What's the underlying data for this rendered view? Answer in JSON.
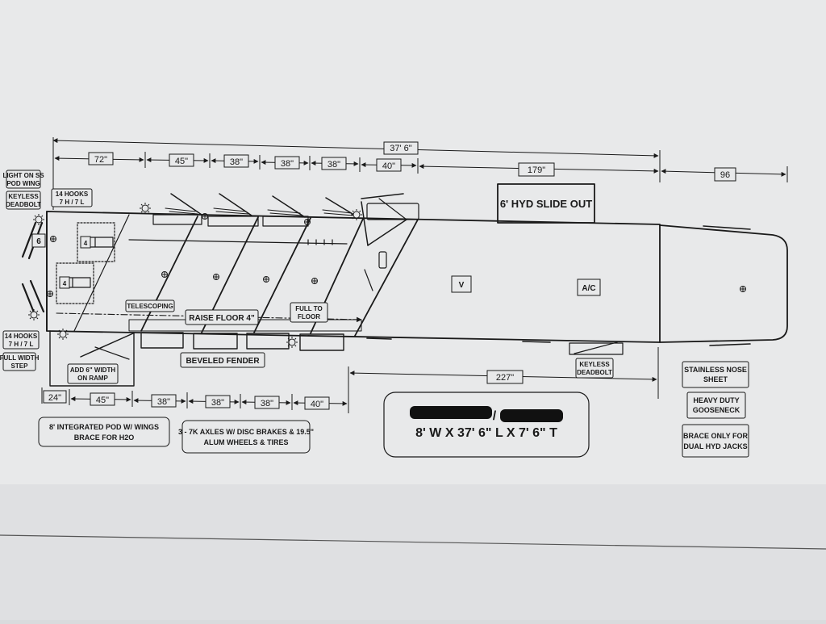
{
  "colors": {
    "paper": "#e8e9ea",
    "paper_lower": "#dfe0e2",
    "ink": "#1a1a1a",
    "redaction": "#111111"
  },
  "dimensions": {
    "overall": "37' 6\"",
    "top": [
      "72\"",
      "45\"",
      "38\"",
      "38\"",
      "38\"",
      "40\""
    ],
    "slide_span": "179\"",
    "nose": "96",
    "bottom": [
      "24\"",
      "45\"",
      "38\"",
      "38\"",
      "38\"",
      "40\""
    ],
    "bottom_right": "227\""
  },
  "labels": {
    "light_on_pod": [
      "LIGHT ON SS",
      "POD WING"
    ],
    "keyless_left": [
      "KEYLESS",
      "DEADBOLT"
    ],
    "hooks_top": [
      "14 HOOKS",
      "7 H / 7 L"
    ],
    "hooks_bottom": [
      "14 HOOKS",
      "7 H / 7 L"
    ],
    "full_width_step": [
      "FULL WIDTH",
      "STEP"
    ],
    "add_width": [
      "ADD 6\" WIDTH",
      "ON RAMP"
    ],
    "telescoping": "TELESCOPING",
    "raise_floor": "RAISE FLOOR 4\"",
    "full_to_floor": [
      "FULL TO",
      "FLOOR"
    ],
    "beveled_fender": "BEVELED FENDER",
    "slide_out": "6' HYD SLIDE OUT",
    "vent": "V",
    "ac": "A/C",
    "keyless_right": [
      "KEYLESS",
      "DEADBOLT"
    ],
    "stainless_nose": [
      "STAINLESS NOSE",
      "SHEET"
    ],
    "heavy_gooseneck": [
      "HEAVY DUTY",
      "GOOSENECK"
    ],
    "brace_jacks": [
      "BRACE ONLY FOR",
      "DUAL HYD JACKS"
    ],
    "pod_note": [
      "8' INTEGRATED POD W/ WINGS",
      "BRACE FOR H2O"
    ],
    "axles_note": [
      "3 - 7K AXLES W/ DISC BRAKES & 19.5\"",
      "ALUM WHEELS & TIRES"
    ],
    "spec_main": "8' W X 37' 6\" L X 7' 6\" T",
    "spec_slash": "/",
    "door_left": "6",
    "box_a": "4",
    "box_b": "4"
  }
}
